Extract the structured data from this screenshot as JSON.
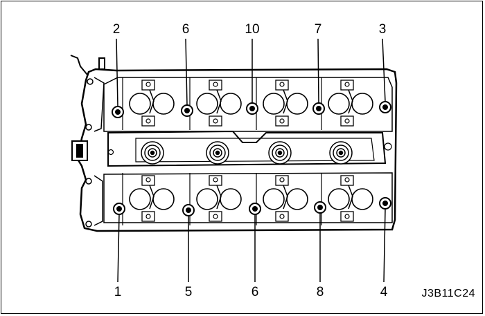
{
  "figure": {
    "figure_code": "J3B11C24",
    "top_labels": [
      "2",
      "6",
      "10",
      "7",
      "3"
    ],
    "bottom_labels": [
      "1",
      "5",
      "6",
      "8",
      "4"
    ]
  }
}
